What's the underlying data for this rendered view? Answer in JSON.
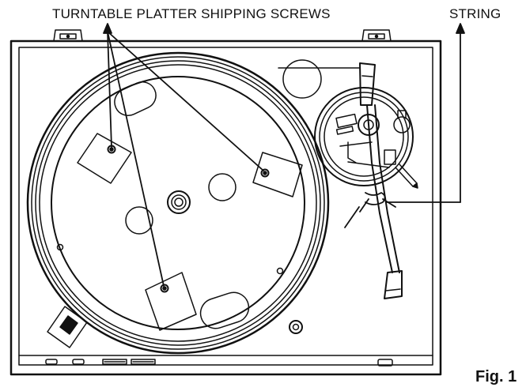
{
  "labels": {
    "screws": "TURNTABLE PLATTER SHIPPING SCREWS",
    "string": "STRING"
  },
  "figure": {
    "caption": "Fig. 1"
  },
  "colors": {
    "ink": "#111111",
    "paper": "#ffffff"
  }
}
